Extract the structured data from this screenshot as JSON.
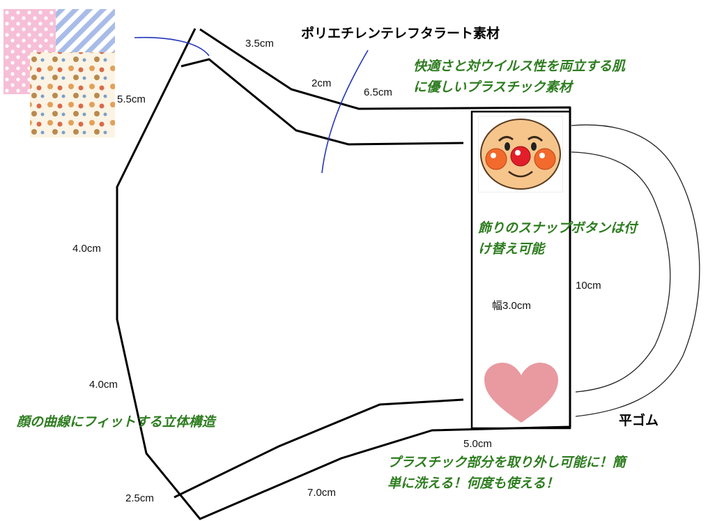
{
  "title_material": "ポリエチレンテレフタラート素材",
  "notes": {
    "material": [
      "快適さと対ウイルス性を両立する肌",
      "に優しいプラスチック素材"
    ],
    "snap": [
      "飾りのスナップボタンは付",
      "け替え可能"
    ],
    "fit": "顔の曲線にフィットする立体構造",
    "washable": [
      "プラスチック部分を取り外し可能に！簡",
      "単に洗える！何度も使える！"
    ]
  },
  "dimensions": {
    "d_3_5": "3.5cm",
    "d_2": "2cm",
    "d_6_5": "6.5cm",
    "d_5_5": "5.5cm",
    "d_4_0_top": "4.0cm",
    "d_4_0_bottom": "4.0cm",
    "d_2_5": "2.5cm",
    "d_7_0": "7.0cm",
    "d_5_0": "5.0cm",
    "d_10": "10cm",
    "width": "幅3.0cm"
  },
  "elastic_label": "平ゴム",
  "colors": {
    "note_green": "#2e7d20",
    "pointer_blue": "#2233bb",
    "heart_pink": "#e89aa0",
    "dot_pink": "#f6bfd7",
    "stripe_blue": "#a9bce9",
    "face_skin": "#f6c58b",
    "cheek_orange": "#f26a2c",
    "nose_red": "#e21e2b"
  },
  "icons": [
    "polka-dot-fabric-swatch",
    "striped-fabric-swatch",
    "character-print-fabric-swatch",
    "anpanman-face-decoration",
    "heart-decoration"
  ]
}
